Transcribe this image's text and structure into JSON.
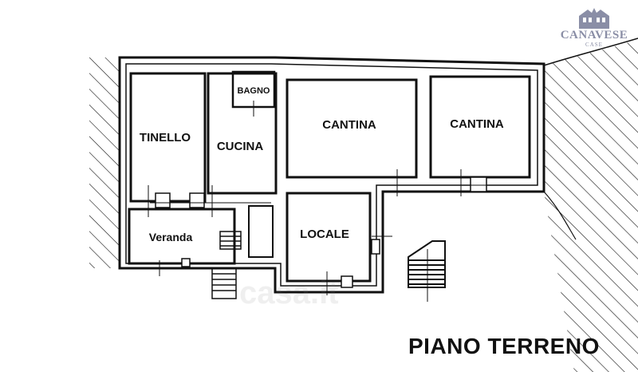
{
  "floor_title": "PIANO TERRENO",
  "logo": {
    "name": "CANAVESE",
    "sub": "CASE"
  },
  "watermark": "casa.it",
  "rooms": {
    "bagno": "BAGNO",
    "tinello": "TINELLO",
    "cucina": "CUCINA",
    "cantina_1": "CANTINA",
    "cantina_2": "CANTINA",
    "veranda": "Veranda",
    "locale": "LOCALE"
  },
  "colors": {
    "wall": "#111111",
    "logo": "#8a8ea6",
    "hatch": "#111111"
  }
}
